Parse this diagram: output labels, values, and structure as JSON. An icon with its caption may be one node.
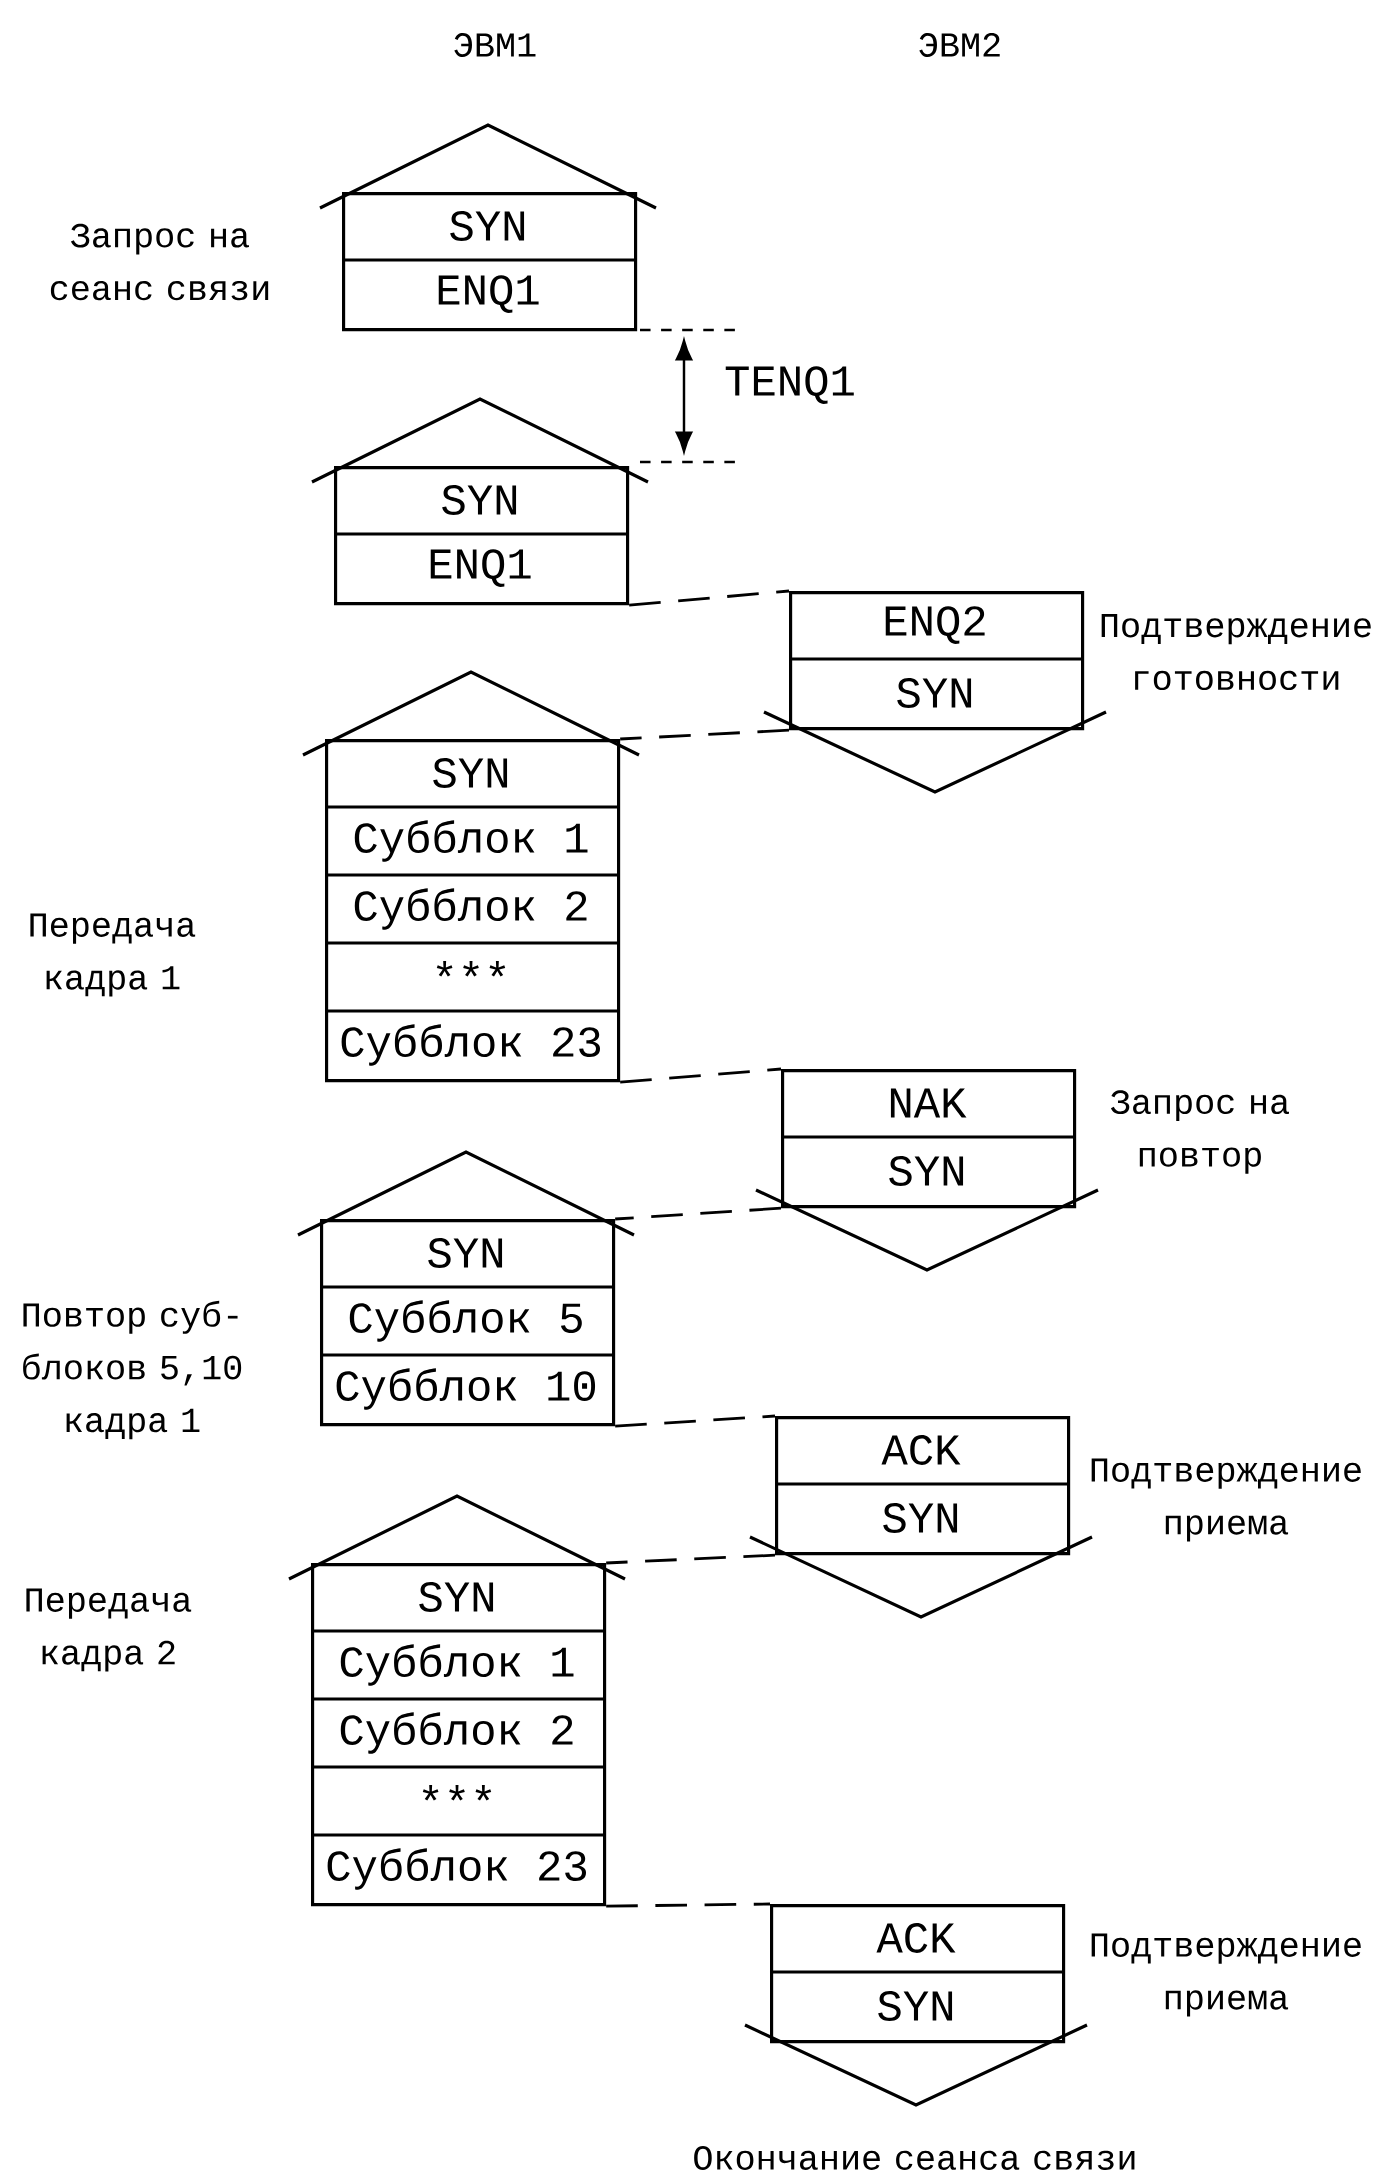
{
  "diagram": {
    "nodes": [
      {
        "text": [
          "SYN",
          "ENQ1"
        ],
        "beside": [
          "Запрос на сеанс связи"
        ]
      },
      {
        "text": [
          "SYN",
          "ENQ1"
        ]
      },
      {
        "text": [
          "ENQ2",
          "SYN"
        ],
        "beside": [
          "Подтверждение готовности"
        ]
      },
      {
        "text": [
          "SYN",
          "Субблок 1",
          "Субблок 2",
          "***",
          "Субблок 23"
        ],
        "beside": [
          "Передача кадра 1"
        ]
      },
      {
        "text": [
          "NAK",
          "SYN"
        ],
        "beside": [
          "Запрос на повтор"
        ]
      },
      {
        "text": [
          "SYN",
          "Субблок 5",
          "Субблок 10"
        ],
        "beside": [
          "Повтор суб-блоков 5,10 кадра 1"
        ]
      },
      {
        "text": [
          "ACK",
          "SYN"
        ],
        "beside": [
          "Подтверждение приема"
        ]
      },
      {
        "text": [
          "SYN",
          "Субблок 1",
          "Субблок 2",
          "***",
          "Субблок 23"
        ],
        "beside": [
          "Передача кадра 2"
        ]
      },
      {
        "text": [
          "ACK",
          "SYN"
        ],
        "beside": [
          "Подтверждение приема",
          "Окончание сеанса связи"
        ]
      }
    ],
    "edges": [
      {
        "from": 1,
        "to": 2,
        "arrow": "none",
        "style": "dashed"
      },
      {
        "from": 2,
        "to": 3,
        "arrow": "none",
        "style": "dashed"
      },
      {
        "from": 3,
        "to": 4,
        "arrow": "none",
        "style": "dashed"
      },
      {
        "from": 4,
        "to": 5,
        "arrow": "none",
        "style": "dashed"
      },
      {
        "from": 5,
        "to": 6,
        "arrow": "none",
        "style": "dashed"
      },
      {
        "from": 6,
        "to": 7,
        "arrow": "none",
        "style": "dashed"
      },
      {
        "from": 7,
        "to": 8,
        "arrow": "none",
        "style": "dashed"
      }
    ],
    "labels": [
      "ЭВМ1",
      "ЭВМ2",
      "TENQ1"
    ]
  }
}
